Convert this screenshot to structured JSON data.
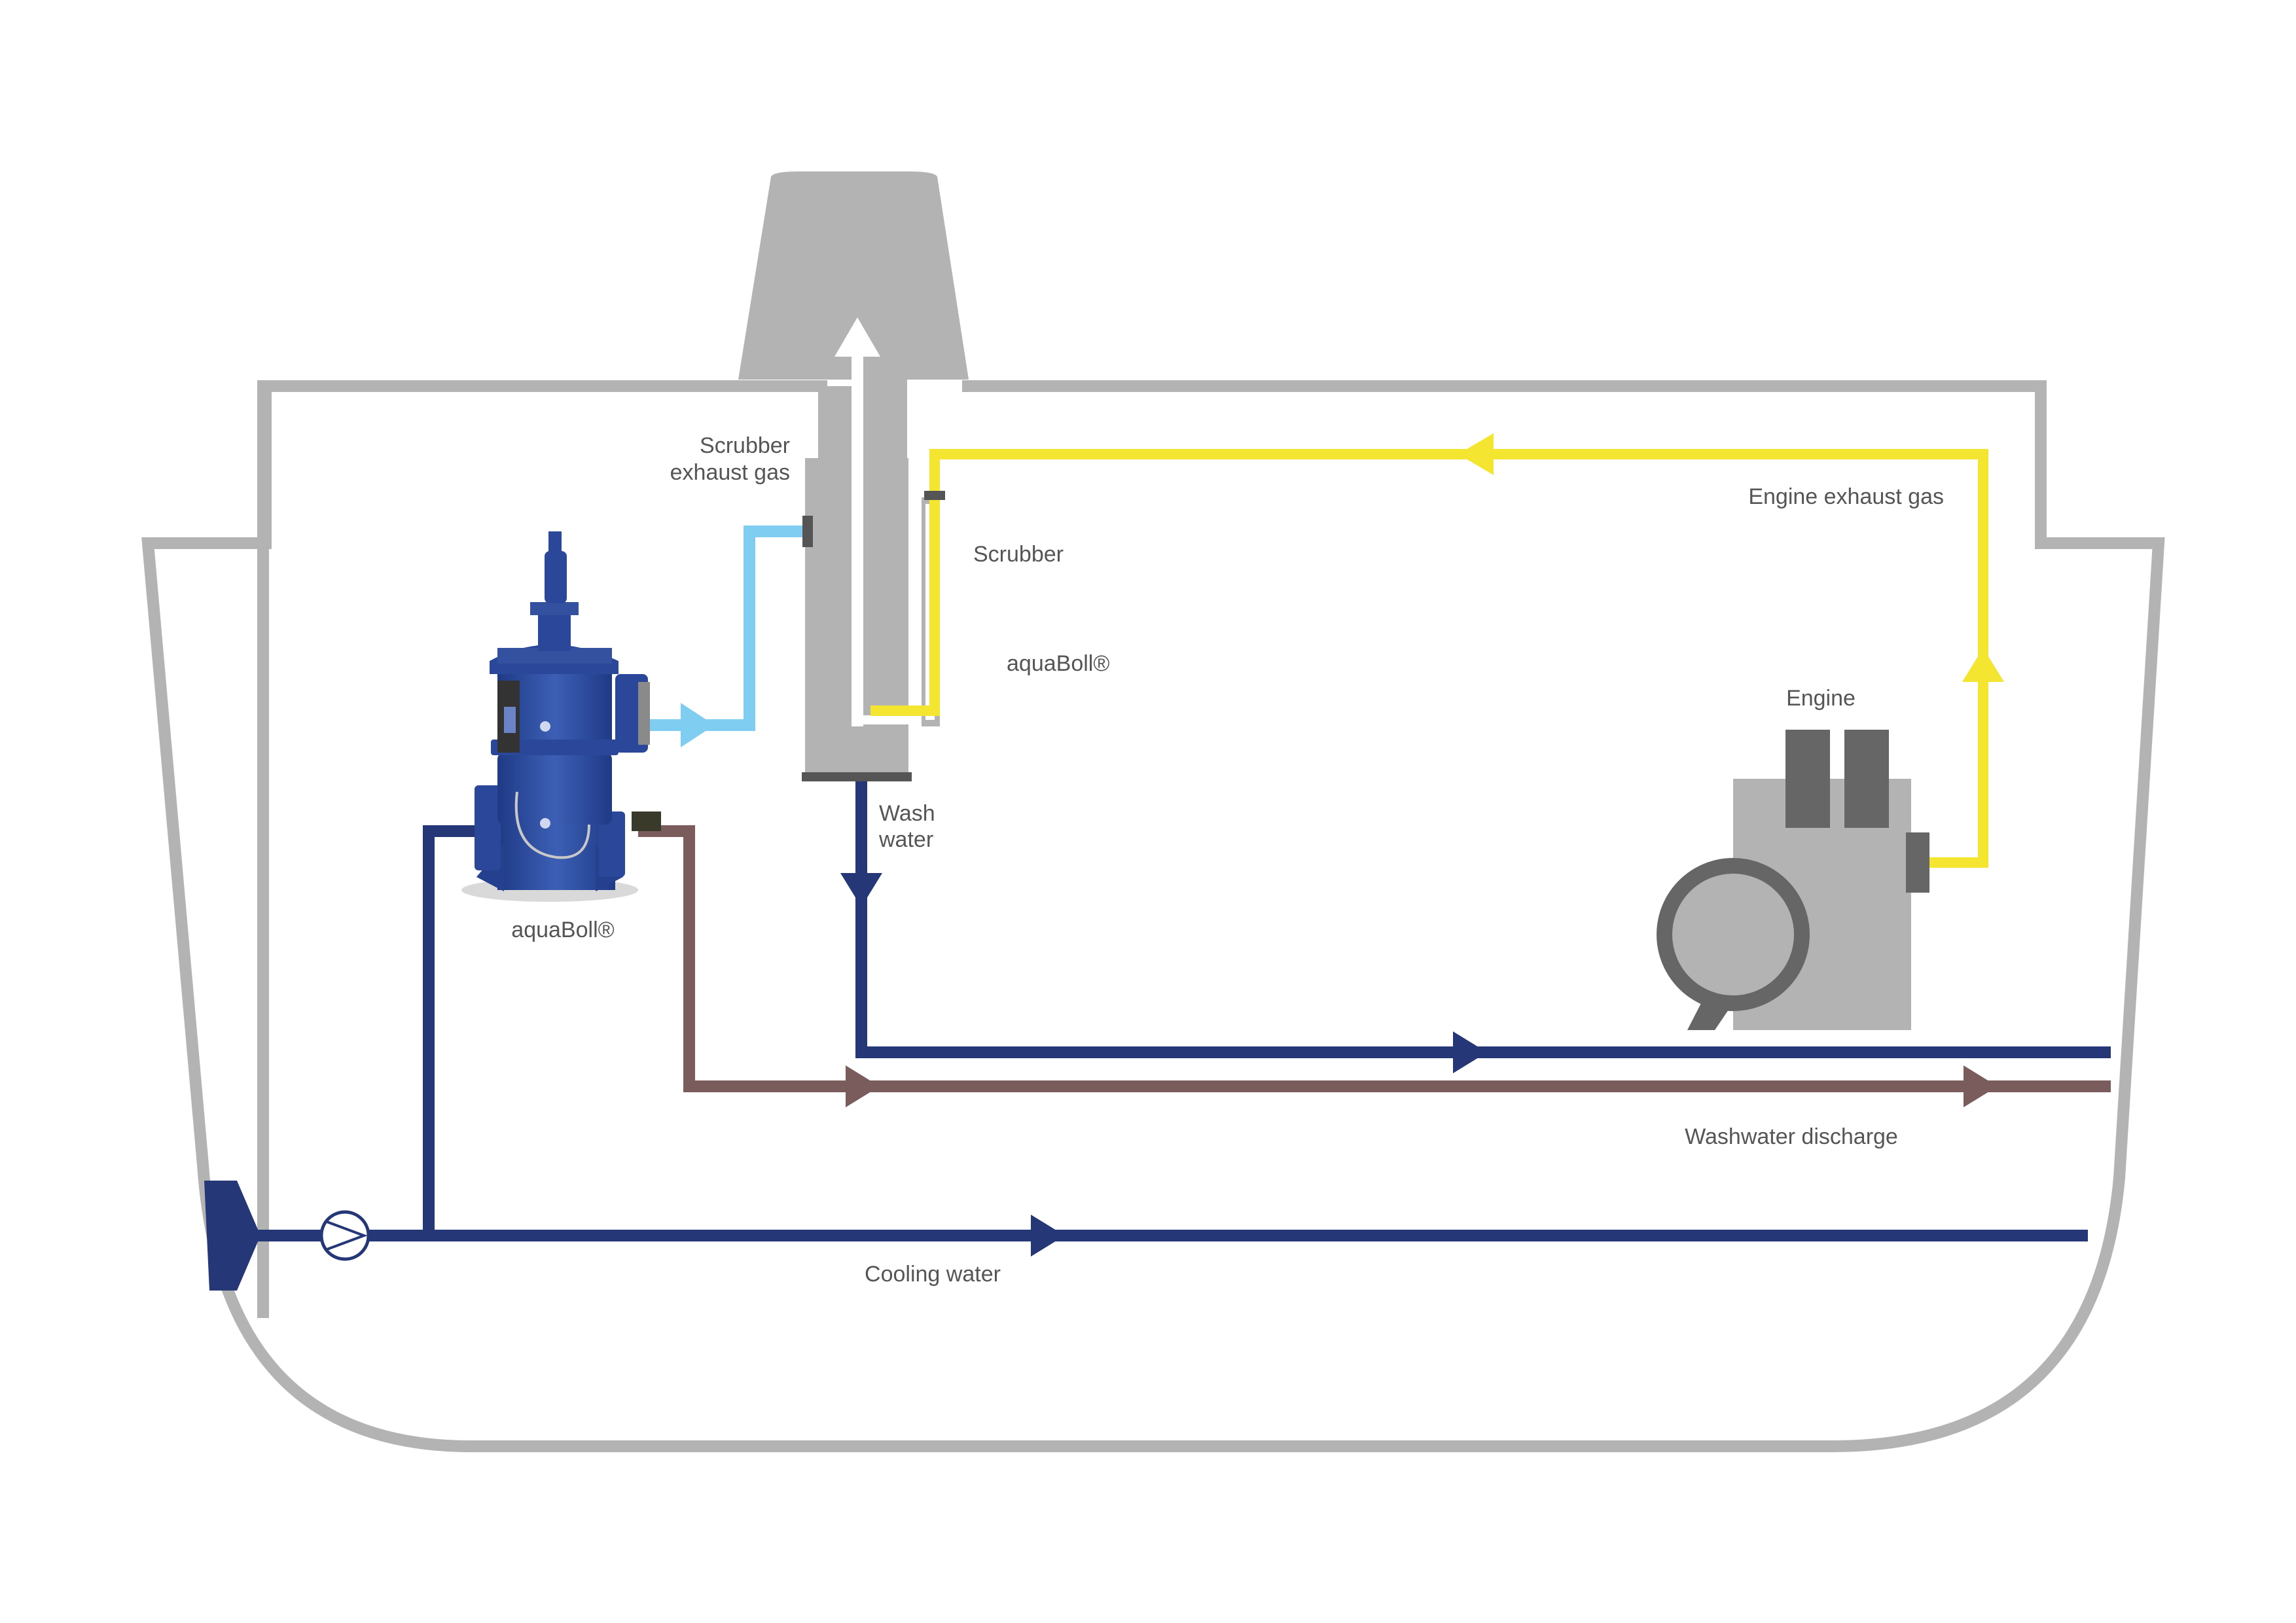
{
  "labels": {
    "scrubber_exhaust_line1": "Scrubber",
    "scrubber_exhaust_line2": "exhaust gas",
    "scrubber": "Scrubber",
    "aquaboll_right": "aquaBoll®",
    "aquaboll_left": "aquaBoll®",
    "engine_exhaust": "Engine exhaust gas",
    "engine": "Engine",
    "wash_line1": "Wash",
    "wash_line2": "water",
    "washwater_discharge": "Washwater discharge",
    "cooling_water": "Cooling water"
  },
  "colors": {
    "hull": "#b3b3b3",
    "funnel": "#b3b3b3",
    "engine_body": "#b3b3b3",
    "engine_dark": "#666666",
    "exhaust_gas": "#f4e531",
    "scrubber_exhaust": "#7fcdf1",
    "seawater": "#253777",
    "discharge": "#7a5c5c",
    "filter_blue": "#2f4f9e",
    "label": "#555555"
  }
}
